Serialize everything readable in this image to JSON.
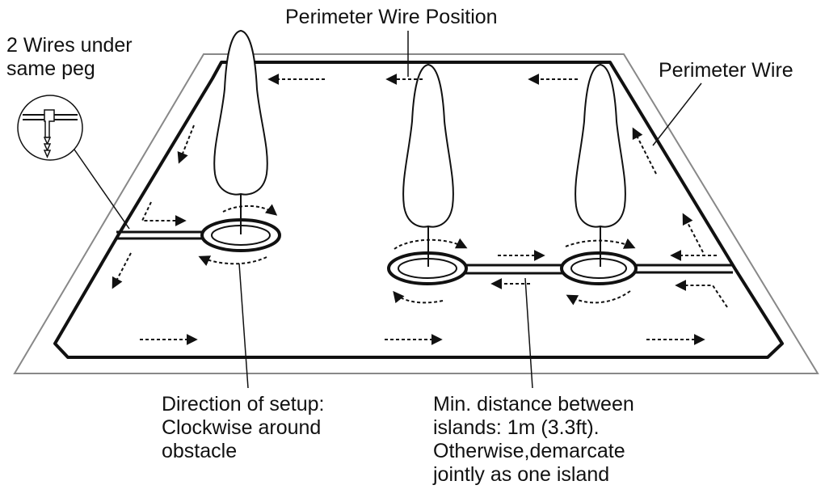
{
  "labels": {
    "perimeter_wire_position": "Perimeter Wire Position",
    "two_wires_line1": "2 Wires under",
    "two_wires_line2": "same peg",
    "perimeter_wire": "Perimeter Wire",
    "direction_line1": "Direction of setup:",
    "direction_line2": "Clockwise around",
    "direction_line3": "obstacle",
    "min_distance_line1": "Min. distance between",
    "min_distance_line2": "islands: 1m (3.3ft).",
    "min_distance_line3": "Otherwise,demarcate",
    "min_distance_line4": "jointly as one island"
  },
  "colors": {
    "ink": "#111111",
    "lawn_edge": "#666666",
    "tree_fill": "#ffffff",
    "background": "#ffffff"
  },
  "icons": {
    "tree": "tree-icon",
    "peg": "peg-icon",
    "arrow": "dashed-arrow-icon"
  }
}
